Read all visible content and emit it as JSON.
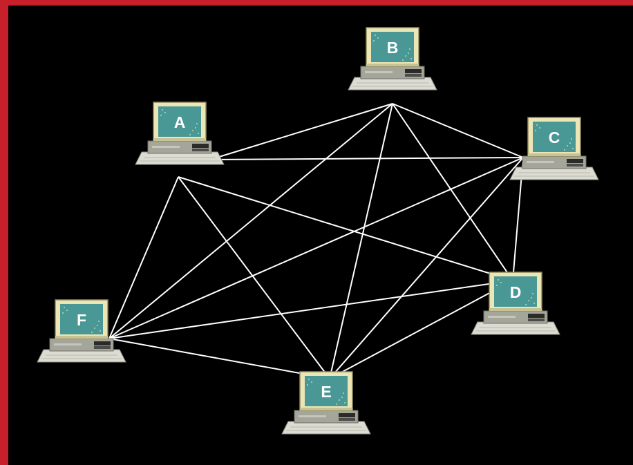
{
  "colors": {
    "border": "#c8202a",
    "background": "#000000",
    "link": "#ffffff",
    "screen": "#4a9896",
    "monitor_frame": "#ece6b6",
    "case": "#a5a69a",
    "keyboard": "#dcdcd2"
  },
  "nodes": [
    {
      "id": "A",
      "label": "A",
      "icon": "desktop-computer-icon"
    },
    {
      "id": "B",
      "label": "B",
      "icon": "desktop-computer-icon"
    },
    {
      "id": "C",
      "label": "C",
      "icon": "desktop-computer-icon"
    },
    {
      "id": "D",
      "label": "D",
      "icon": "desktop-computer-icon"
    },
    {
      "id": "E",
      "label": "E",
      "icon": "desktop-computer-icon"
    },
    {
      "id": "F",
      "label": "F",
      "icon": "desktop-computer-icon"
    }
  ],
  "links": [
    [
      "A",
      "B"
    ],
    [
      "A",
      "C"
    ],
    [
      "A",
      "D"
    ],
    [
      "A",
      "E"
    ],
    [
      "A",
      "F"
    ],
    [
      "B",
      "C"
    ],
    [
      "B",
      "D"
    ],
    [
      "B",
      "E"
    ],
    [
      "B",
      "F"
    ],
    [
      "C",
      "D"
    ],
    [
      "C",
      "E"
    ],
    [
      "C",
      "F"
    ],
    [
      "D",
      "E"
    ],
    [
      "D",
      "F"
    ],
    [
      "E",
      "F"
    ]
  ]
}
